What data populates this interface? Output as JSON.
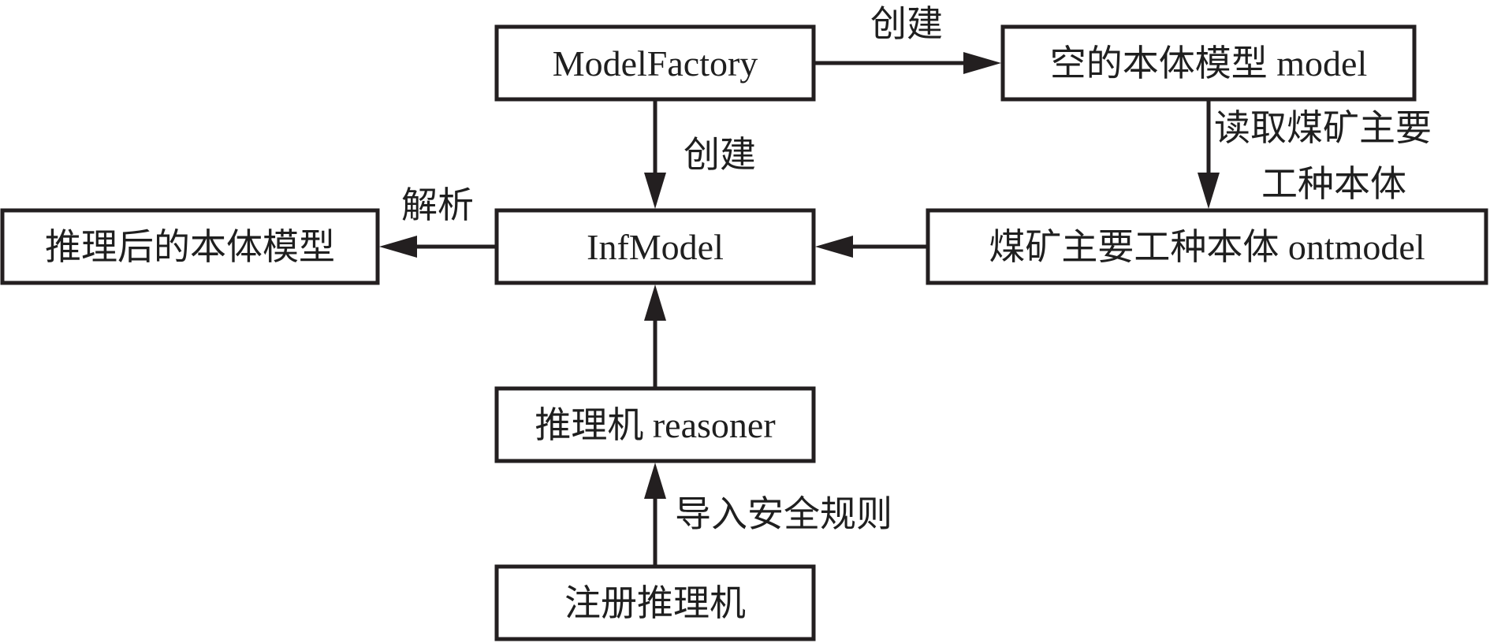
{
  "colors": {
    "stroke": "#231f20",
    "text": "#1f1f1f",
    "background": "#ffffff"
  },
  "nodes": {
    "model_factory": "ModelFactory",
    "empty_model": "空的本体模型 model",
    "inf_model": "InfModel",
    "inferred_model": "推理后的本体模型",
    "coal_ontmodel": "煤矿主要工种本体 ontmodel",
    "reasoner": "推理机 reasoner",
    "register_reasoner": "注册推理机"
  },
  "edges": {
    "factory_to_empty": "创建",
    "factory_to_inf": "创建",
    "inf_to_inferred": "解析",
    "empty_to_ontmodel_line1": "读取煤矿主要",
    "empty_to_ontmodel_line2": "工种本体",
    "register_to_reasoner": "导入安全规则"
  }
}
